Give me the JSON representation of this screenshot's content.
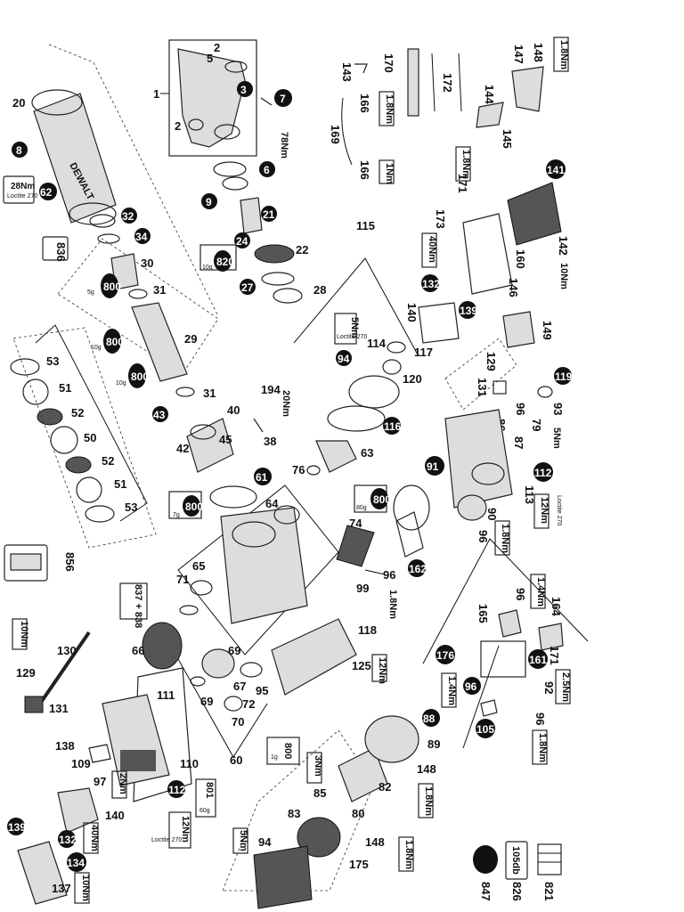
{
  "callouts": {
    "c1": "1",
    "c2a": "2",
    "c2b": "2",
    "c5": "5",
    "c3": "3",
    "c7": "7",
    "c78nm": "78Nm",
    "c20": "20",
    "c8": "8",
    "c62": "62",
    "c28nm": "28Nm",
    "c28nm_sub": "Loctite 270",
    "c6": "6",
    "c9": "9",
    "c21": "21",
    "c24": "24",
    "c22": "22",
    "c820": "820",
    "c10g": "10g",
    "c27": "27",
    "c28": "28",
    "c32": "32",
    "c34": "34",
    "c836": "836",
    "c30": "30",
    "c800a": "800",
    "c5g": "5g",
    "c31a": "31",
    "c800b": "800",
    "c10ga": "10g",
    "c29": "29",
    "c800c": "800",
    "c10gb": "10g",
    "c43": "43",
    "c31b": "31",
    "c40": "40",
    "c45": "45",
    "c42": "42",
    "c800d": "800",
    "c7g": "7g",
    "c53a": "53",
    "c51a": "51",
    "c52a": "52",
    "c50": "50",
    "c52b": "52",
    "c51b": "51",
    "c53b": "53",
    "c194": "194",
    "c20nm": "20Nm",
    "c38": "38",
    "c115": "115",
    "c5nm": "5Nm",
    "c5nm_sub": "Loctite 270",
    "c94a": "94",
    "c114": "114",
    "c117": "117",
    "c120": "120",
    "c116": "116",
    "c63": "63",
    "c76": "76",
    "c61": "61",
    "c64": "64",
    "c800e": "800",
    "c80g": "80g",
    "c74": "74",
    "c65": "65",
    "c71": "71",
    "c96a": "96",
    "c18nm_a": "1.8Nm",
    "c99": "99",
    "c856": "856",
    "c837": "837 + 838",
    "c66": "66",
    "c69a": "69",
    "c67": "67",
    "c69b": "69",
    "c72": "72",
    "c95": "95",
    "c70": "70",
    "c60": "60",
    "c800f": "800",
    "c1g": "1g",
    "c118": "118",
    "c125": "125",
    "c12nm_a": "12Nm",
    "c10nm_a": "10Nm",
    "c130": "130",
    "c129a": "129",
    "c131a": "131",
    "c111": "111",
    "c110": "110",
    "c138": "138",
    "c109": "109",
    "c97": "97",
    "c2nm": "2Nm",
    "c801": "801",
    "c60g": "60g",
    "c112a": "112",
    "c12nm_b": "12Nm",
    "c12nm_b_sub": "Loctite 270",
    "c140a": "140",
    "c40nm_a": "40Nm",
    "c132a": "132",
    "c139a": "139",
    "c134": "134",
    "c10nm_b": "10Nm",
    "c137": "137",
    "c3nm": "3Nm",
    "c85": "85",
    "c82": "82",
    "c80": "80",
    "c83": "83",
    "c5nm_b": "5Nm",
    "c94b": "94",
    "c148a": "148",
    "c18nm_b": "1.8Nm",
    "c175": "175",
    "c148b": "148",
    "c18nm_c": "1.8Nm",
    "c88": "88",
    "c89": "89",
    "c143": "143",
    "c170": "170",
    "c172": "172",
    "c144": "144",
    "c145": "145",
    "c147": "147",
    "c148c": "148",
    "c18nm_d": "1.8Nm",
    "c166a": "166",
    "c18nm_e": "1.8Nm",
    "c169": "169",
    "c166b": "166",
    "c1nm": "1Nm",
    "c171a": "171",
    "c18nm_f": "1.8Nm",
    "c173": "173",
    "c141": "141",
    "c142": "142",
    "c10nm_c": "10Nm",
    "c40nm_b": "40Nm",
    "c132b": "132",
    "c160": "160",
    "c146": "146",
    "c140b": "140",
    "c139b": "139",
    "c149": "149",
    "c129b": "129",
    "c131b": "131",
    "c119": "119",
    "c93": "93",
    "c5nm_c": "5Nm",
    "c96b": "96",
    "c79": "79",
    "c86": "86",
    "c87": "87",
    "c91": "91",
    "c112b": "112",
    "c12nm_c": "12Nm",
    "c12nm_c_sub": "Loctite 270",
    "c113": "113",
    "c90": "90",
    "c96c": "96",
    "c18nm_g": "1.8Nm",
    "c162": "162",
    "c96d": "96",
    "c14nm_a": "1.4Nm",
    "c165": "165",
    "c164": "164",
    "c171b": "171",
    "c25nm": "2.5Nm",
    "c176": "176",
    "c161": "161",
    "c96e": "96",
    "c14nm_b": "1.4Nm",
    "c92": "92",
    "c96f": "96",
    "c18nm_h": "1.8Nm",
    "c105": "105",
    "c847": "847",
    "c826": "826",
    "c826_box": "105db",
    "c821": "821"
  },
  "brand": "DEWALT"
}
